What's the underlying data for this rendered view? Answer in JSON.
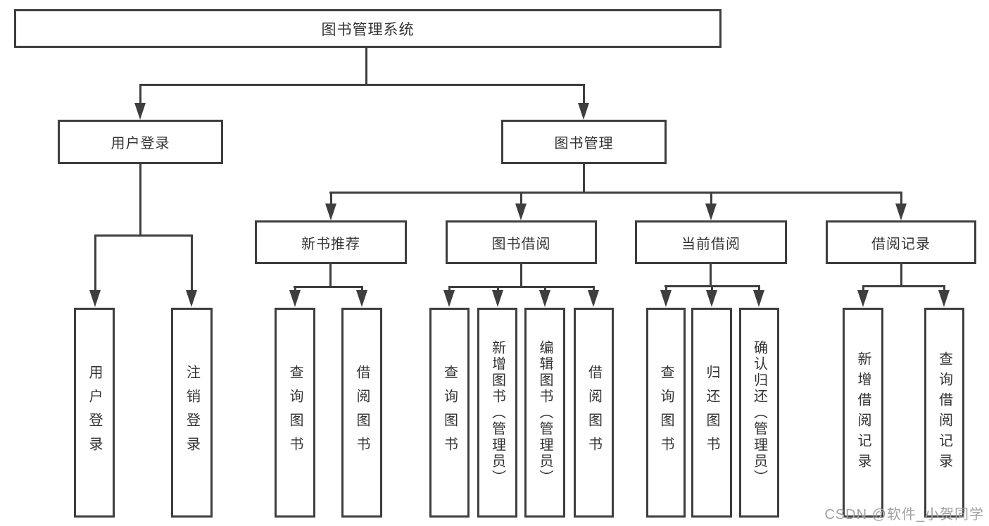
{
  "nodes": {
    "root": "图书管理系统",
    "user_login": "用户登录",
    "book_management": "图书管理",
    "new_book_recommend": "新书推荐",
    "book_borrowing": "图书借阅",
    "current_borrowing": "当前借阅",
    "borrowing_records": "借阅记录"
  },
  "leaves": [
    {
      "label": "用户登录"
    },
    {
      "label": "注销登录"
    },
    {
      "label": "查询图书"
    },
    {
      "label": "借阅图书"
    },
    {
      "label": "查询图书"
    },
    {
      "label": "新增图书（管理员）"
    },
    {
      "label": "编辑图书（管理员）"
    },
    {
      "label": "借阅图书"
    },
    {
      "label": "查询图书"
    },
    {
      "label": "归还图书"
    },
    {
      "label": "确认归还（管理员）"
    },
    {
      "label": "新增借阅记录"
    },
    {
      "label": "查询借阅记录"
    }
  ],
  "watermark": "CSDN @软件_小贺同学",
  "colors": {
    "line": "#3e3e3e",
    "text": "#333333",
    "watermark": "#a0a0a0",
    "background": "#ffffff"
  }
}
